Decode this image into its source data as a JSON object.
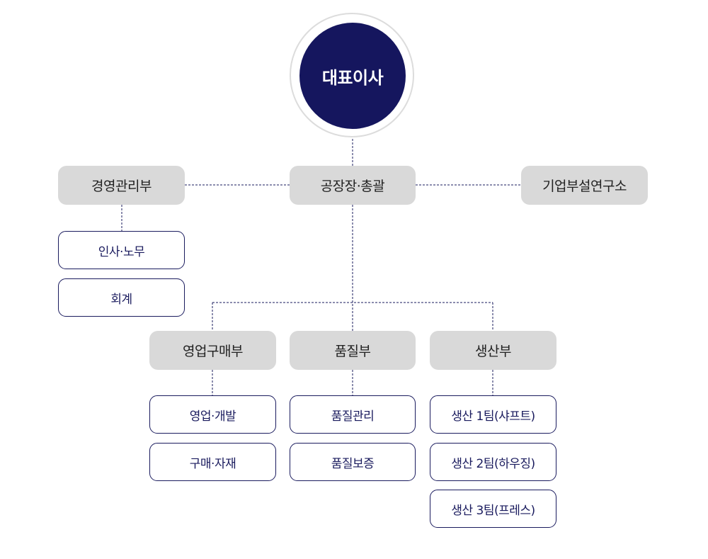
{
  "ceo": {
    "label": "대표이사"
  },
  "departments": {
    "management": "경영관리부",
    "factory": "공장장·총괄",
    "research": "기업부설연구소",
    "sales": "영업구매부",
    "quality": "품질부",
    "production": "생산부"
  },
  "teams": {
    "management": [
      "인사·노무",
      "회계"
    ],
    "sales": [
      "영업·개발",
      "구매·자재"
    ],
    "quality": [
      "품질관리",
      "품질보증"
    ],
    "production": [
      "생산 1팀(샤프트)",
      "생산 2팀(하우징)",
      "생산 3팀(프레스)"
    ]
  },
  "colors": {
    "ceo_fill": "#15165e",
    "department_fill": "#d9d9d9",
    "team_border": "#1a1b5e",
    "connector": "#1a1b5e"
  }
}
